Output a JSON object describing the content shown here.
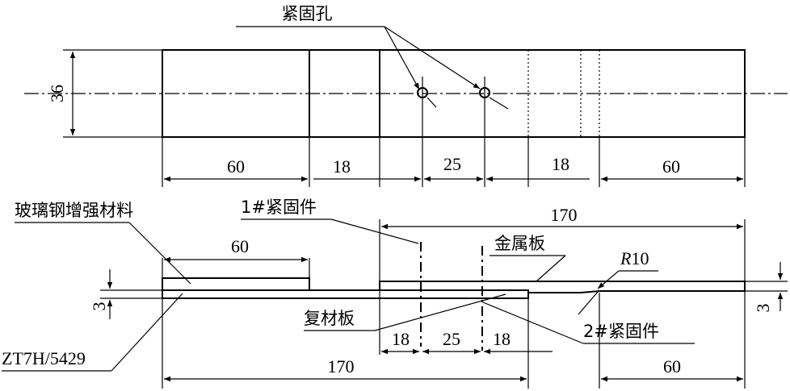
{
  "top_view": {
    "fastener_holes_label": "紧固孔",
    "width_dim": "36",
    "dims": {
      "left_60": "60",
      "d18_a": "18",
      "d25": "25",
      "d18_b": "18",
      "right_60": "60"
    }
  },
  "side_view": {
    "grp_label": "玻璃钢增强材料",
    "fastener1_label": "1#紧固件",
    "fastener2_label": "2#紧固件",
    "metal_plate_label": "金属板",
    "composite_plate_label": "复材板",
    "radius_label_r": "R",
    "radius_label_value": "10",
    "adhesive_label": "ZT7H/5429",
    "dims": {
      "grp_60": "60",
      "top_170": "170",
      "left_3": "3",
      "right_3": "3",
      "b18_a": "18",
      "b25": "25",
      "b18_b": "18",
      "bottom_170": "170",
      "bottom_60": "60"
    }
  }
}
